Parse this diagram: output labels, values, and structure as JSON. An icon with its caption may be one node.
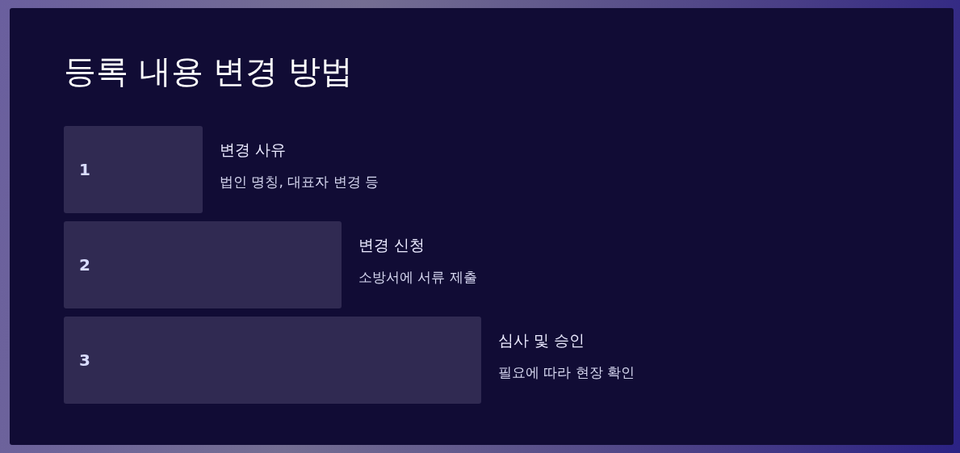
{
  "diagram": {
    "title": "등록 내용 변경 방법",
    "nodes": [
      {
        "text": [
          "1"
        ],
        "beside": [
          "변경 사유",
          "법인 명칭, 대표자 변경 등"
        ]
      },
      {
        "text": [
          "2"
        ],
        "beside": [
          "변경 신청",
          "소방서에 서류 제출"
        ]
      },
      {
        "text": [
          "3"
        ],
        "beside": [
          "심사 및 승인",
          "필요에 따라 현장 확인"
        ]
      }
    ]
  }
}
